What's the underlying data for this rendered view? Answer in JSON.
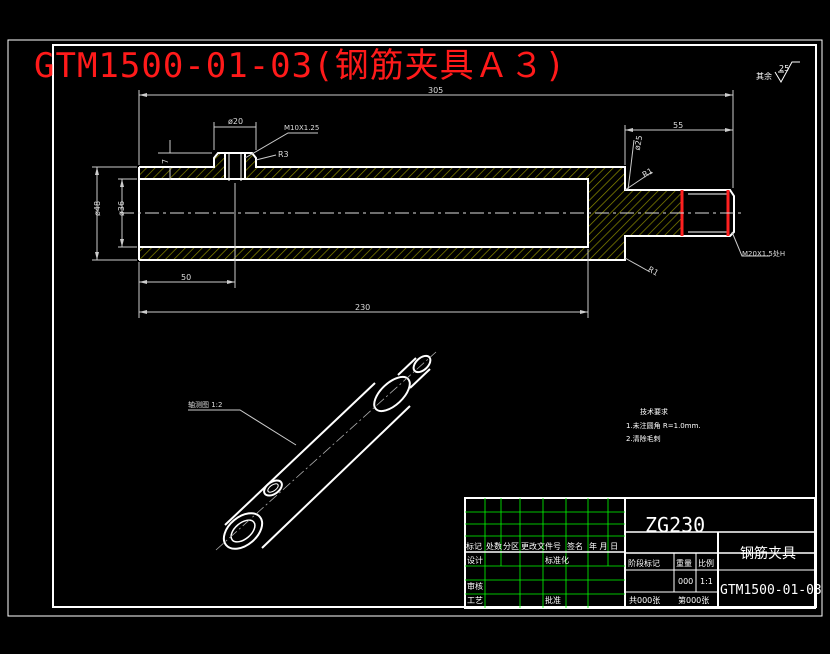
{
  "drawing_title": "GTM1500-01-03(钢筋夹具Ａ３)",
  "surface_finish": {
    "label": "其余",
    "value": "25"
  },
  "dimensions": {
    "overall_length": "305",
    "end_length": "55",
    "hole_dia": "ø20",
    "hole_thread": "M10X1.25",
    "r3": "R3",
    "depth_7": "7",
    "outer_dia": "ø48",
    "inner_dia": "ø36",
    "neck_dia": "ø25",
    "r1_top": "R1",
    "r1_bottom": "R1",
    "end_thread": "M20X1.5处H",
    "hole_pos": "50",
    "bore_len": "230"
  },
  "iso_view_label": "轴测图 1:2",
  "tech_requirements": {
    "title": "技术要求",
    "items": [
      "1.未注圆角 R=1.0mm.",
      "2.清除毛刺"
    ]
  },
  "title_block": {
    "material": "ZG230",
    "part_name": "钢筋夹具",
    "drawing_no": "GTM1500-01-03",
    "header_cells": [
      "标记",
      "处数",
      "分区",
      "更改文件号",
      "签名",
      "年 月 日"
    ],
    "design": "设计",
    "standard": "标准化",
    "review": "审核",
    "process": "工艺",
    "approve": "批准",
    "stage_mark": "阶段标记",
    "weight": "重量",
    "scale": "比例",
    "weight_val": "000",
    "scale_val": "1:1",
    "sheets_total": "共000张",
    "sheet_no": "第000张"
  }
}
